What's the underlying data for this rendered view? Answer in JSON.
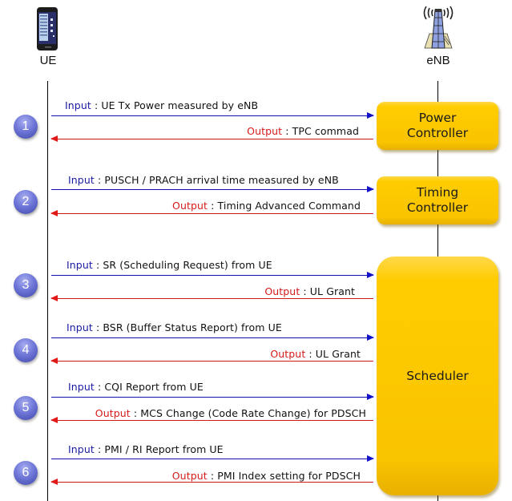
{
  "entities": {
    "ue": {
      "label": "UE",
      "icon": "smartphone-icon"
    },
    "enb": {
      "label": "eNB",
      "icon": "cell-tower-icon"
    }
  },
  "blocks": {
    "power": {
      "line1": "Power",
      "line2": "Controller"
    },
    "timing": {
      "line1": "Timing",
      "line2": "Controller"
    },
    "scheduler": {
      "label": "Scheduler"
    }
  },
  "colors": {
    "input": "#1a1aa6",
    "output": "#d61a1a",
    "block": "#ffcc00",
    "step": "#6f77d8"
  },
  "steps": [
    {
      "number": "1",
      "input_kw": "Input",
      "input_text": " : UE Tx Power measured by eNB",
      "output_kw": "Output",
      "output_text": " : TPC commad",
      "target": "Power Controller"
    },
    {
      "number": "2",
      "input_kw": "Input",
      "input_text": " : PUSCH / PRACH arrival time measured by eNB",
      "output_kw": "Output",
      "output_text": " : Timing Advanced Command",
      "target": "Timing Controller"
    },
    {
      "number": "3",
      "input_kw": "Input",
      "input_text": " : SR (Scheduling Request) from UE",
      "output_kw": "Output",
      "output_text": " : UL Grant",
      "target": "Scheduler"
    },
    {
      "number": "4",
      "input_kw": "Input",
      "input_text": " : BSR (Buffer Status Report) from UE",
      "output_kw": "Output",
      "output_text": " : UL Grant",
      "target": "Scheduler"
    },
    {
      "number": "5",
      "input_kw": "Input",
      "input_text": " : CQI Report from UE",
      "output_kw": "Output",
      "output_text": " : MCS Change (Code Rate Change) for PDSCH",
      "target": "Scheduler"
    },
    {
      "number": "6",
      "input_kw": "Input",
      "input_text": " : PMI / RI Report from UE",
      "output_kw": "Output",
      "output_text": " : PMI Index setting for PDSCH",
      "target": "Scheduler"
    }
  ]
}
